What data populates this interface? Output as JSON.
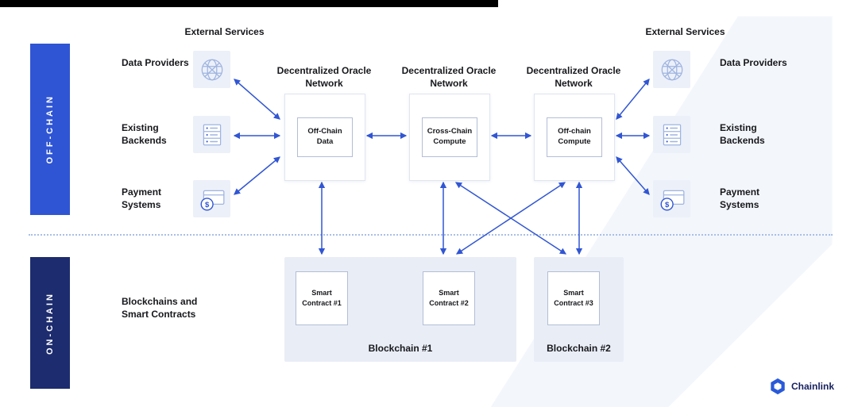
{
  "lanes": {
    "off_chain": {
      "label": "OFF-CHAIN"
    },
    "on_chain": {
      "label": "ON-CHAIN"
    }
  },
  "external_services_left": {
    "title": "External Services",
    "items": [
      {
        "label": "Data Providers",
        "icon": "globe-icon"
      },
      {
        "label": "Existing Backends",
        "icon": "server-icon"
      },
      {
        "label": "Payment Systems",
        "icon": "payment-icon"
      }
    ]
  },
  "external_services_right": {
    "title": "External Services",
    "items": [
      {
        "label": "Data Providers",
        "icon": "globe-icon"
      },
      {
        "label": "Existing Backends",
        "icon": "server-icon"
      },
      {
        "label": "Payment Systems",
        "icon": "payment-icon"
      }
    ]
  },
  "oracle_networks": [
    {
      "title": "Decentralized Oracle Network",
      "node_label": "Off-Chain Data"
    },
    {
      "title": "Decentralized Oracle Network",
      "node_label": "Cross-Chain Compute"
    },
    {
      "title": "Decentralized Oracle Network",
      "node_label": "Off-chain Compute"
    }
  ],
  "on_chain_section": {
    "label": "Blockchains and Smart Contracts",
    "blockchains": [
      {
        "label": "Blockchain #1",
        "contracts": [
          {
            "label": "Smart Contract #1"
          },
          {
            "label": "Smart Contract #2"
          }
        ]
      },
      {
        "label": "Blockchain #2",
        "contracts": [
          {
            "label": "Smart Contract #3"
          }
        ]
      }
    ]
  },
  "branding": {
    "name": "Chainlink",
    "logo": "chainlink-hexagon-icon"
  },
  "colors": {
    "off_chain_lane": "#2f55d4",
    "on_chain_lane": "#1d2c6e",
    "arrow": "#3156d3",
    "accent": "#2a5ada",
    "blockchain_container": "#e9edf6",
    "icon_box": "#ecf0f9"
  }
}
